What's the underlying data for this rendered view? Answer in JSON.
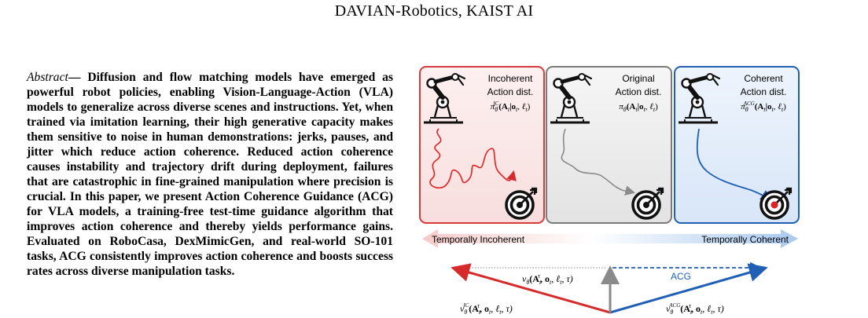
{
  "affiliation": "DAVIAN-Robotics, KAIST AI",
  "abstract": {
    "lead": "Abstract",
    "dash": "— ",
    "text": "Diffusion and flow matching models have emerged as powerful robot policies, enabling Vision-Language-Action (VLA) models to generalize across diverse scenes and instructions. Yet, when trained via imitation learning, their high generative capacity makes them sensitive to noise in human demonstrations: jerks, pauses, and jitter which reduce action coherence. Reduced action coherence causes instability and trajectory drift during deployment, failures that are catastrophic in fine-grained manipulation where precision is crucial. In this paper, we present Action Coherence Guidance (ACG) for VLA models, a training-free test-time guidance algorithm that improves action coherence and thereby yields performance gains. Evaluated on RoboCasa, DexMimicGen, and real-world SO-101 tasks, ACG consistently improves action coherence and boosts success rates across diverse manipulation tasks."
  },
  "figure": {
    "panels": [
      {
        "line1": "Incoherent",
        "line2": "Action dist.",
        "formula": "π",
        "sub": "θ",
        "sup": "IC",
        "args": "(A",
        "tsub": "t",
        "rest": "|o",
        "rest2": ", ℓ",
        "close": ")",
        "color": "#d63a3a"
      },
      {
        "line1": "Original",
        "line2": "Action dist.",
        "formula": "π",
        "sub": "θ",
        "sup": "",
        "args": "(A",
        "tsub": "t",
        "rest": "|o",
        "rest2": ", ℓ",
        "close": ")",
        "color": "#7a7a7a"
      },
      {
        "line1": "Coherent",
        "line2": "Action dist.",
        "formula": "π",
        "sub": "θ",
        "sup": "ACG",
        "args": "(A",
        "tsub": "t",
        "rest": "|o",
        "rest2": ", ℓ",
        "close": ")",
        "color": "#1f5fb4"
      }
    ],
    "arrow_left_label": "Temporally Incoherent",
    "arrow_right_label": "Temporally Coherent",
    "acg_label": "ACG",
    "v_orig": "v",
    "v_ic_sup": "IC",
    "v_acg_sup": "ACG",
    "v_args": "(A",
    "v_args_rest": ", o",
    "v_args_rest2": ", ℓ",
    "v_args_end": ", τ)",
    "theta": "θ",
    "tau": "τ",
    "t": "t",
    "colors": {
      "red": "#d62b2b",
      "gray": "#8a8a8a",
      "blue": "#1f5fb4"
    }
  }
}
